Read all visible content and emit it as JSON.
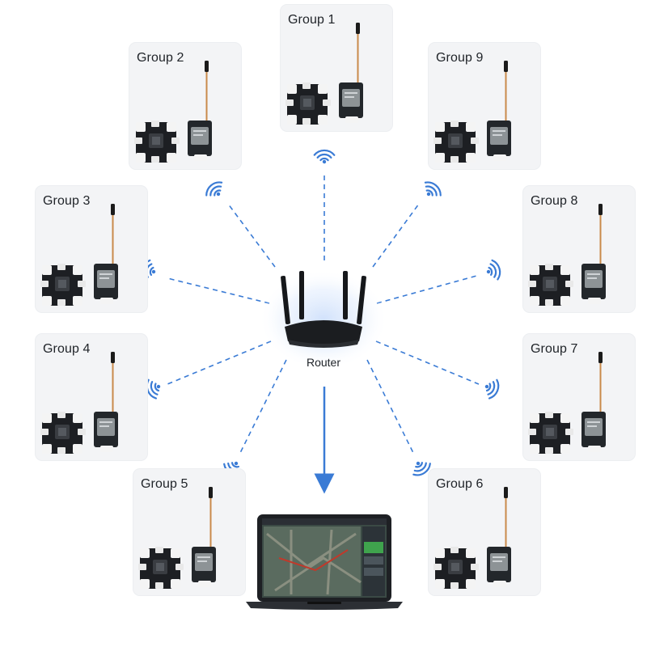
{
  "groups": [
    {
      "label": "Group 1"
    },
    {
      "label": "Group 2"
    },
    {
      "label": "Group 3"
    },
    {
      "label": "Group 4"
    },
    {
      "label": "Group 5"
    },
    {
      "label": "Group 6"
    },
    {
      "label": "Group 7"
    },
    {
      "label": "Group 8"
    },
    {
      "label": "Group 9"
    }
  ],
  "router": {
    "label": "Router"
  },
  "colors": {
    "link_line": "#3a7bd5",
    "signal_icon": "#3a7bd5",
    "arrow": "#3a7bd5",
    "router_glow": "#cfe0fb",
    "board": "#1d1f23",
    "antenna": "#c98a4b"
  }
}
